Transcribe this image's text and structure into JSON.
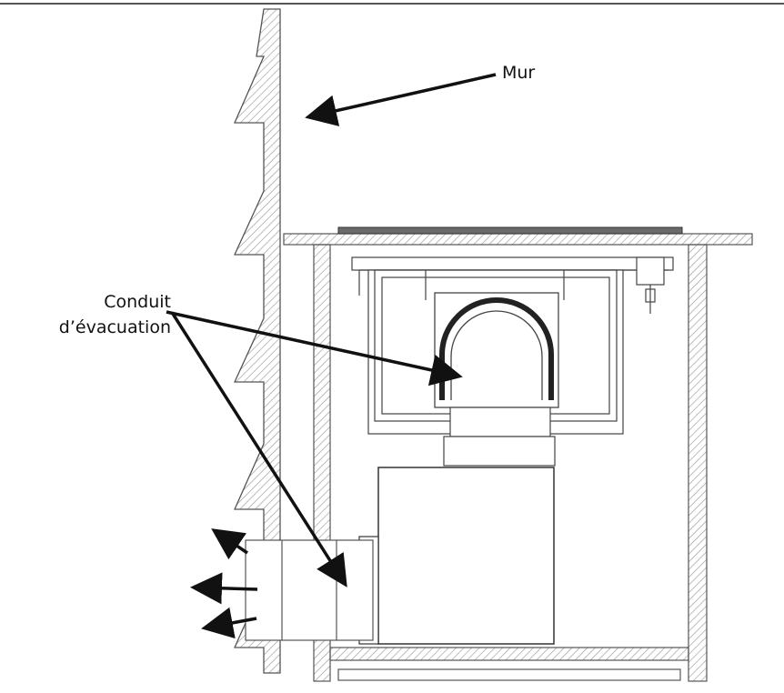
{
  "labels": {
    "wall": "Mur",
    "duct_line1": "Conduit",
    "duct_line2": "d’évacuation"
  },
  "colors": {
    "line": "#333333",
    "arrow": "#111111",
    "hatch": "#9a9a9a"
  }
}
